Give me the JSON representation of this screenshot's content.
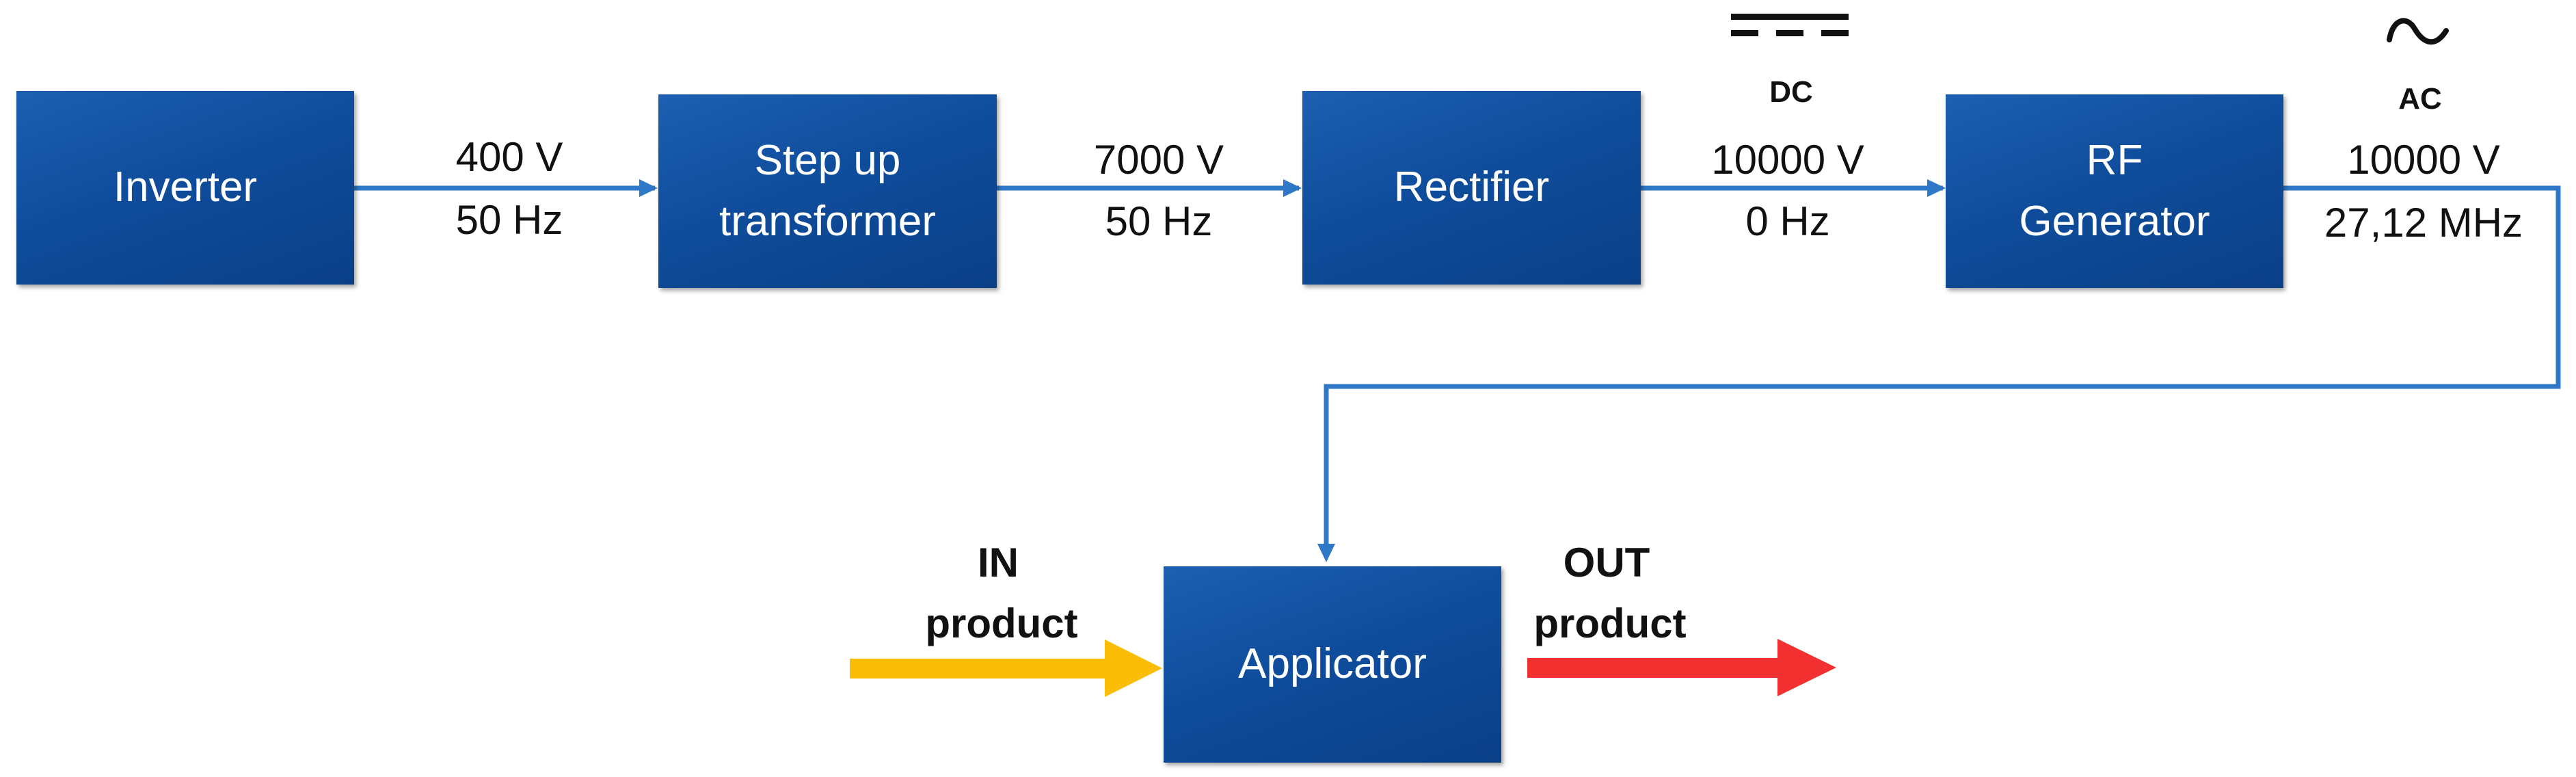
{
  "blocks": {
    "inverter": "Inverter",
    "stepup_line1": "Step up",
    "stepup_line2": "transformer",
    "rectifier": "Rectifier",
    "rf_line1": "RF",
    "rf_line2": "Generator",
    "applicator": "Applicator"
  },
  "links": {
    "inv_to_stepup": {
      "voltage": "400 V",
      "frequency": "50 Hz"
    },
    "stepup_to_rect": {
      "voltage": "7000 V",
      "frequency": "50 Hz"
    },
    "rect_to_rf": {
      "voltage": "10000 V",
      "frequency": "0 Hz",
      "type_label": "DC"
    },
    "rf_output": {
      "voltage": "10000 V",
      "frequency": "27,12 MHz",
      "type_label": "AC"
    }
  },
  "io": {
    "in_line1": "IN",
    "in_line2": "product",
    "out_line1": "OUT",
    "out_line2": "product"
  },
  "colors": {
    "block": "#0f4d9c",
    "wire": "#2f78c8",
    "in_arrow": "#fbbc05",
    "out_arrow": "#f23030"
  }
}
